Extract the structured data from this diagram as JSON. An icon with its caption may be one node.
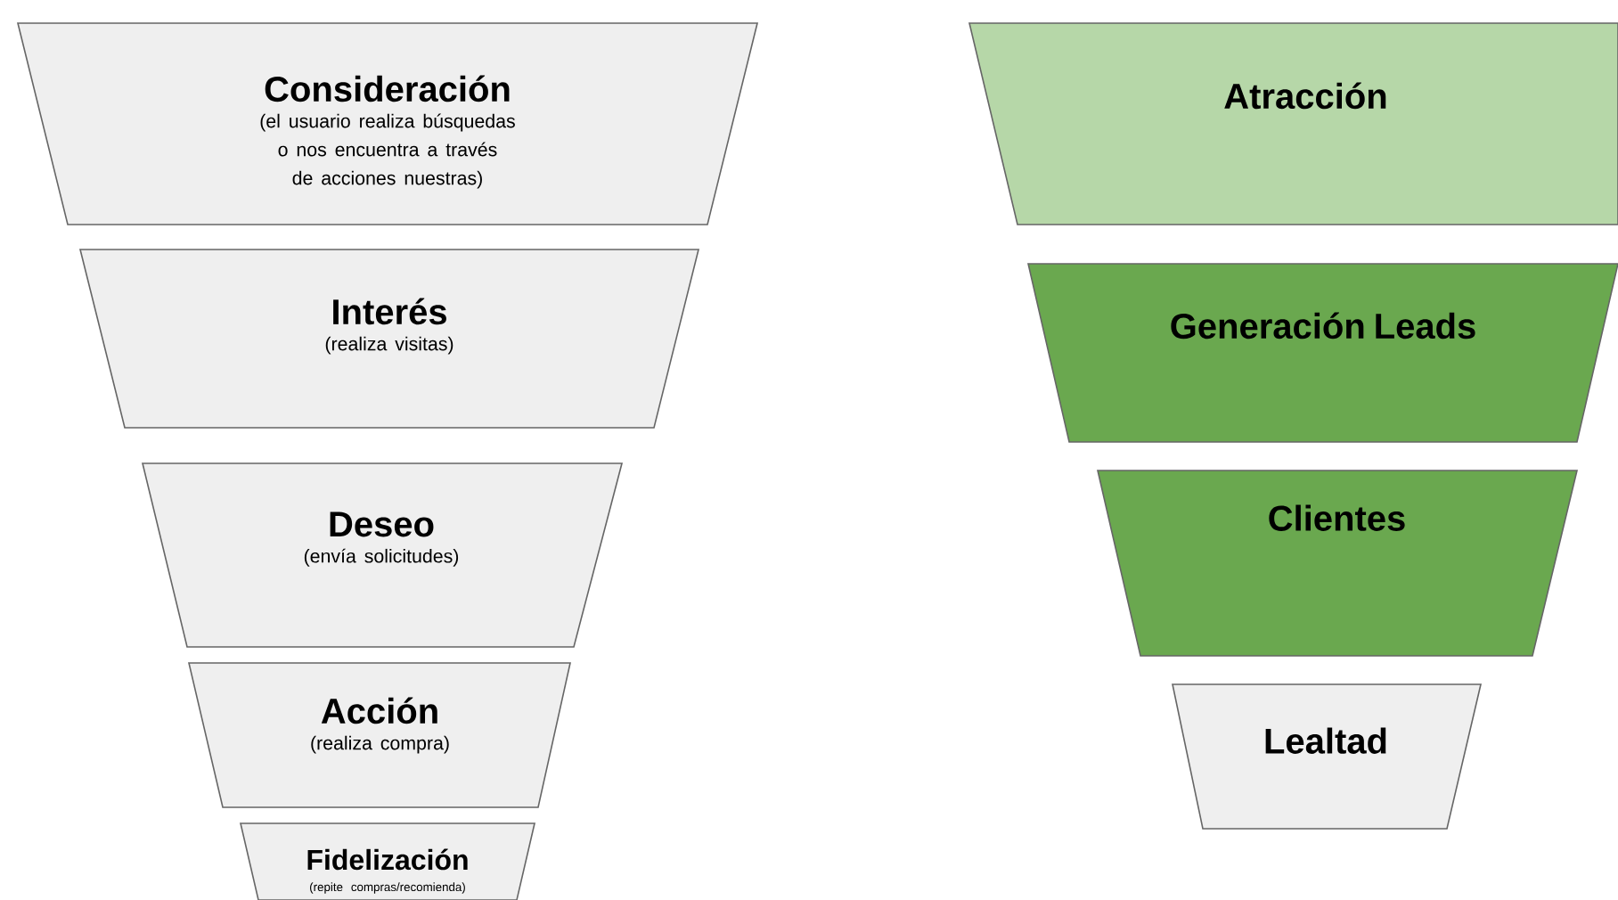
{
  "diagram": {
    "nodes": [
      {
        "text": [
          "Consideración",
          "(el usuario realiza búsquedas o nos encuentra a través de acciones nuestras)"
        ]
      },
      {
        "text": [
          "Interés",
          "(realiza visitas)"
        ]
      },
      {
        "text": [
          "Deseo",
          "(envía solicitudes)"
        ]
      },
      {
        "text": [
          "Acción",
          "(realiza compra)"
        ]
      },
      {
        "text": [
          "Fidelización",
          "(repite compras/recomienda)"
        ]
      },
      {
        "text": [
          "Atracción"
        ]
      },
      {
        "text": [
          "Generación Leads"
        ]
      },
      {
        "text": [
          "Clientes"
        ]
      },
      {
        "text": [
          "Lealtad"
        ]
      }
    ]
  }
}
